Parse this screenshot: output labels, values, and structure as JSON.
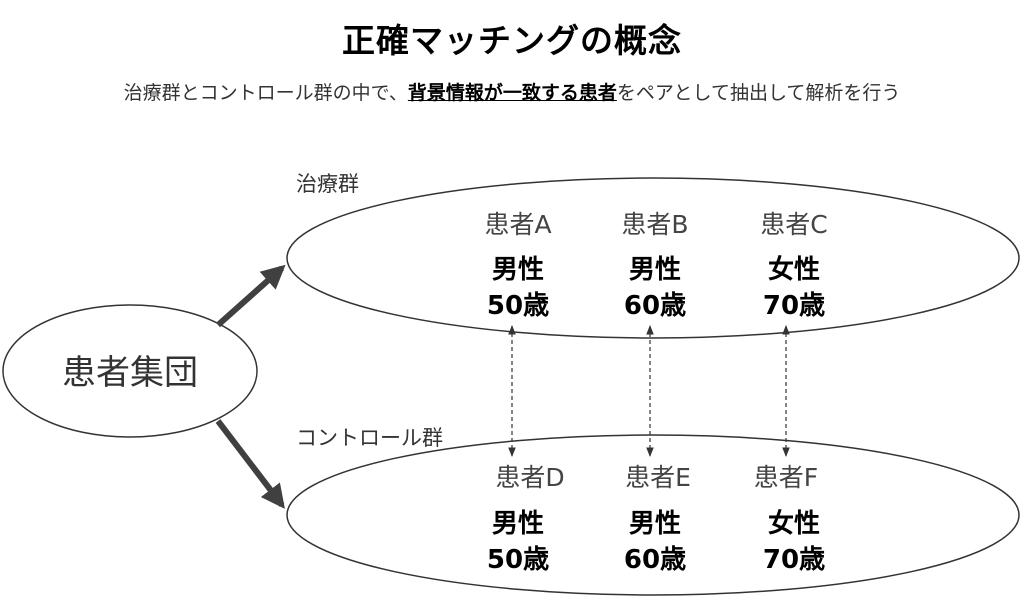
{
  "title": "正確マッチングの概念",
  "subtitle": {
    "prefix": "治療群とコントロール群の中で、",
    "emphasis": "背景情報が一致する患者",
    "suffix": "をペアとして抽出して解析を行う"
  },
  "population": "患者集団",
  "treatment_group": {
    "label": "治療群",
    "patients": [
      {
        "name": "患者A",
        "sex": "男性",
        "age": "50歳"
      },
      {
        "name": "患者B",
        "sex": "男性",
        "age": "60歳"
      },
      {
        "name": "患者C",
        "sex": "女性",
        "age": "70歳"
      }
    ]
  },
  "control_group": {
    "label": "コントロール群",
    "patients": [
      {
        "name": "患者D",
        "sex": "男性",
        "age": "50歳"
      },
      {
        "name": "患者E",
        "sex": "男性",
        "age": "60歳"
      },
      {
        "name": "患者F",
        "sex": "女性",
        "age": "70歳"
      }
    ]
  }
}
